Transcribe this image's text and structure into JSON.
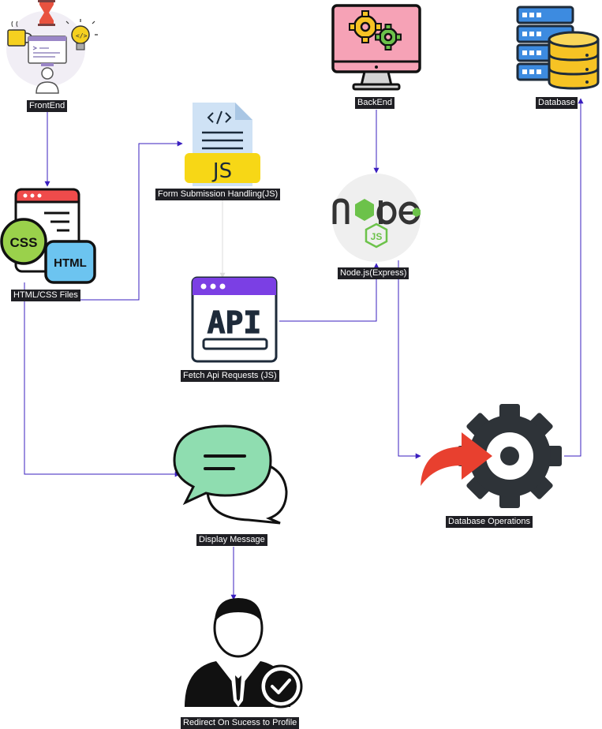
{
  "nodes": {
    "frontend": {
      "label": "FrontEnd",
      "icon": "developer-workstation-icon"
    },
    "html_css": {
      "label": "HTML/CSS Files",
      "icon": "html-css-file-icon"
    },
    "form_js": {
      "label": "Form Submission Handling(JS)",
      "icon": "js-file-icon"
    },
    "fetch_api": {
      "label": "Fetch Api Requests (JS)",
      "icon": "api-window-icon"
    },
    "display_msg": {
      "label": "Display Message",
      "icon": "chat-bubbles-icon"
    },
    "redirect": {
      "label": "Redirect On Sucess to Profile",
      "icon": "user-check-icon"
    },
    "backend": {
      "label": "BackEnd",
      "icon": "monitor-gears-icon"
    },
    "nodejs": {
      "label": "Node.js(Express)",
      "icon": "nodejs-logo-icon"
    },
    "database": {
      "label": "Database",
      "icon": "database-server-icon"
    },
    "db_ops": {
      "label": "Database Operations",
      "icon": "gear-arrow-icon"
    }
  },
  "edges": [
    {
      "from": "frontend",
      "to": "html_css"
    },
    {
      "from": "html_css",
      "to": "form_js"
    },
    {
      "from": "form_js",
      "to": "fetch_api"
    },
    {
      "from": "html_css",
      "to": "display_msg"
    },
    {
      "from": "fetch_api",
      "to": "nodejs"
    },
    {
      "from": "backend",
      "to": "nodejs"
    },
    {
      "from": "nodejs",
      "to": "db_ops"
    },
    {
      "from": "db_ops",
      "to": "database"
    },
    {
      "from": "display_msg",
      "to": "redirect"
    }
  ],
  "colors": {
    "edge": "#3a1fbf",
    "label_bg": "#1f1f24",
    "label_text": "#ffffff",
    "js_yellow": "#f7d716",
    "api_purple": "#7b3fe4",
    "node_green": "#6cc24a",
    "db_yellow": "#f6c324",
    "server_blue": "#3d8be0",
    "chat_green": "#8fddb0",
    "gear_dark": "#2e3338",
    "arrow_red": "#e8402f"
  }
}
